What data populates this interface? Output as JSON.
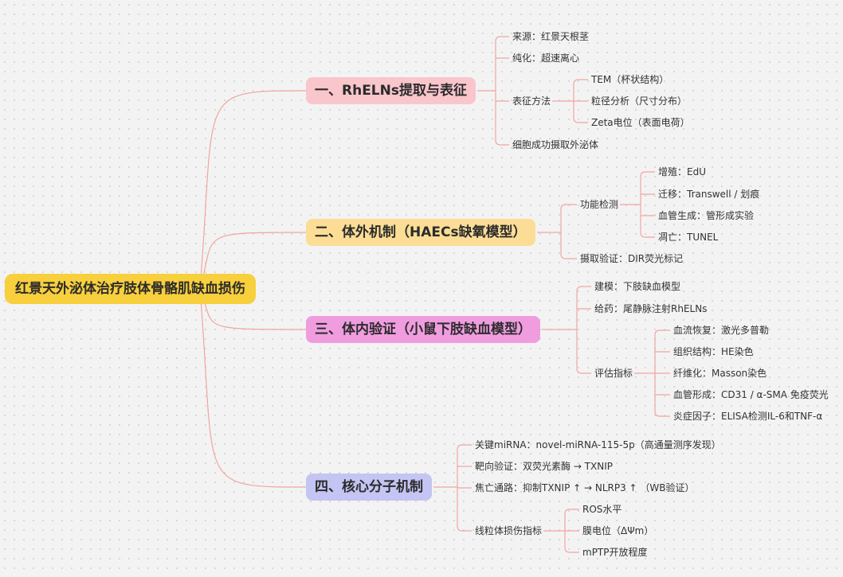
{
  "colors": {
    "background": "#f3f3f3",
    "connector": "#f2a5a0",
    "root": "#f8cf3c",
    "branch1": "#f9c6cc",
    "branch2": "#fbdd96",
    "branch3": "#f09de0",
    "branch4": "#c4c5f3"
  },
  "root": {
    "label": "红景天外泌体治疗肢体骨骼肌缺血损伤"
  },
  "branches": [
    {
      "label": "一、RhELNs提取与表征",
      "items": [
        {
          "label": "来源：红景天根茎"
        },
        {
          "label": "纯化：超速离心"
        },
        {
          "label": "表征方法",
          "children": [
            "TEM（杯状结构）",
            "粒径分析（尺寸分布）",
            "Zeta电位（表面电荷）"
          ]
        },
        {
          "label": "细胞成功摄取外泌体"
        }
      ]
    },
    {
      "label": "二、体外机制（HAECs缺氧模型）",
      "items": [
        {
          "label": "功能检测",
          "children": [
            "增殖：EdU",
            "迁移：Transwell / 划痕",
            "血管生成：管形成实验",
            "凋亡：TUNEL"
          ]
        },
        {
          "label": "摄取验证：DIR荧光标记"
        }
      ]
    },
    {
      "label": "三、体内验证（小鼠下肢缺血模型）",
      "items": [
        {
          "label": "建模：下肢缺血模型"
        },
        {
          "label": "给药：尾静脉注射RhELNs"
        },
        {
          "label": "评估指标",
          "children": [
            "血流恢复：激光多普勒",
            "组织结构：HE染色",
            "纤维化：Masson染色",
            "血管形成：CD31 / α-SMA 免疫荧光",
            "炎症因子：ELISA检测IL-6和TNF-α"
          ]
        }
      ]
    },
    {
      "label": "四、核心分子机制",
      "items": [
        {
          "label": "关键miRNA：novel-miRNA-115-5p（高通量测序发现）"
        },
        {
          "label": "靶向验证：双荧光素酶 → TXNIP"
        },
        {
          "label": "焦亡通路：抑制TXNIP ↑ → NLRP3 ↑ （WB验证）"
        },
        {
          "label": "线粒体损伤指标",
          "children": [
            "ROS水平",
            "膜电位（ΔΨm）",
            "mPTP开放程度"
          ]
        }
      ]
    }
  ]
}
